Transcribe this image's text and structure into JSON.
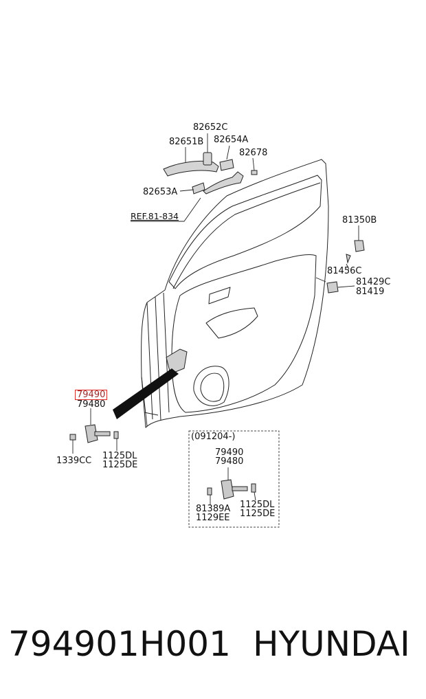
{
  "labels": {
    "l_82652C": "82652C",
    "l_82651B": "82651B",
    "l_82654A": "82654A",
    "l_82678": "82678",
    "l_82653A": "82653A",
    "l_ref": "REF.81-834",
    "l_81350B": "81350B",
    "l_81456C": "81456C",
    "l_81429C": "81429C",
    "l_81419": "81419",
    "l_79490_hl": "79490",
    "l_79480": "79480",
    "l_1339CC": "1339CC",
    "l_1125DL": "1125DL",
    "l_1125DE": "1125DE",
    "inset_title": "(091204-)",
    "inset_79490": "79490",
    "inset_79480": "79480",
    "inset_81389A": "81389A",
    "inset_1129EE": "1129EE",
    "inset_1125DL": "1125DL",
    "inset_1125DE": "1125DE"
  },
  "footer": {
    "part_number": "794901H001",
    "brand": "HYUNDAI"
  },
  "colors": {
    "highlight": "#e0201c",
    "line": "#222222",
    "part_fill": "#c9c9c9"
  }
}
